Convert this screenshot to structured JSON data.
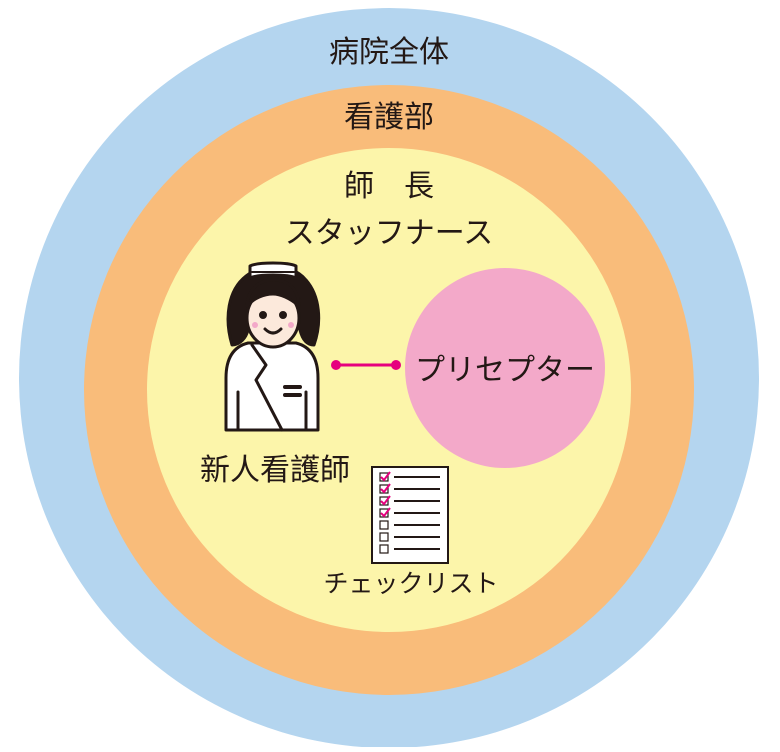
{
  "colors": {
    "hospital": "#B4D5EF",
    "nursing_department": "#F9BC7A",
    "ward": "#FCF5AA",
    "preceptor": "#F3A9C9",
    "link": "#E6007E",
    "checkmark": "#E6007E",
    "line": "#231815"
  },
  "labels": {
    "hospital": "病院全体",
    "nursing_department": "看護部",
    "head_nurse": "師　長",
    "staff_nurse": "スタッフナース",
    "preceptor": "プリセプター",
    "new_nurse": "新人看護師",
    "checklist": "チェックリスト"
  },
  "checklist": {
    "checked": [
      true,
      true,
      true,
      true,
      false,
      false,
      false
    ]
  }
}
